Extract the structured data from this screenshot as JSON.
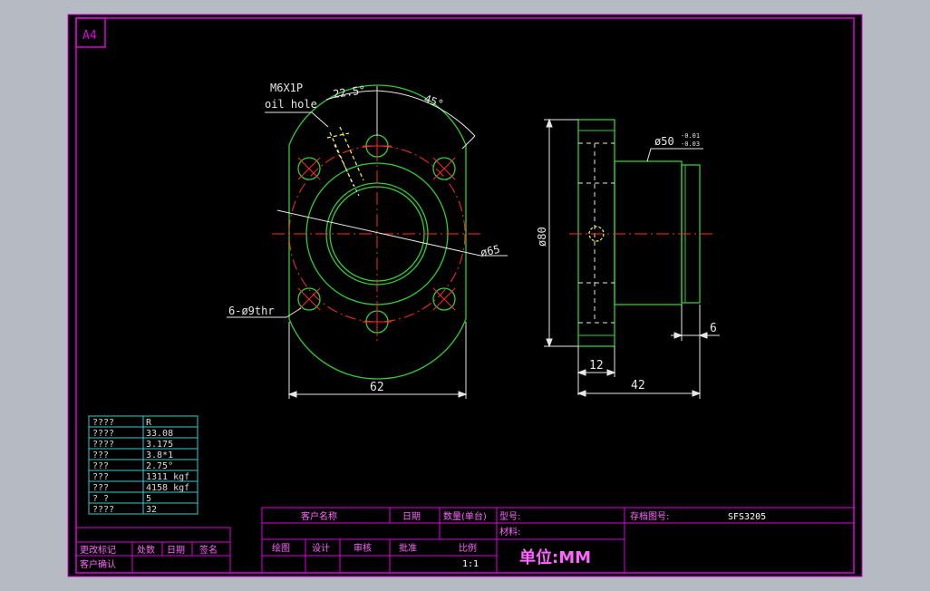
{
  "sheet": {
    "size_label": "A4",
    "colors": {
      "frame": "#e000e0",
      "part": "#33cc33",
      "centerline": "#ff2a2a",
      "dimension": "#e6e6e6",
      "hidden": "#e8e8e8",
      "callout": "#ffff33",
      "table_text": "#dcdcdc",
      "title_text": "#ff66ff",
      "title_value": "#ffffff",
      "background": "#000000",
      "surround": "#b5bac3"
    }
  },
  "annotations": {
    "thread": "M6X1P",
    "oil_hole": "oil hole",
    "angle_small": "22.5°",
    "angle_large": "45°",
    "pcd": "ø65",
    "holes": "6-ø9thr",
    "width": "62",
    "spigot_dia": "ø50",
    "spigot_tol_upper": "-0.01",
    "spigot_tol_lower": "-0.03",
    "flange_dia": "ø80",
    "flange_thickness": "12",
    "overall_length": "42",
    "spigot_length": "6"
  },
  "spec_table": {
    "rows": [
      {
        "label": "????",
        "value": "R"
      },
      {
        "label": "????",
        "value": "33.08"
      },
      {
        "label": "????",
        "value": "3.175"
      },
      {
        "label": "???",
        "value": "3.8*1"
      },
      {
        "label": "???",
        "value": "2.75°"
      },
      {
        "label": "???",
        "value": "1311 kgf"
      },
      {
        "label": "???",
        "value": "4158 kgf"
      },
      {
        "label": "?  ?",
        "value": "5"
      },
      {
        "label": "????",
        "value": "32"
      }
    ]
  },
  "revision_block": {
    "change_mark": "更改标记",
    "location": "处数",
    "date": "日期",
    "signature": "签名",
    "customer_confirm": "客户确认"
  },
  "title_block": {
    "customer_name": "客户名称",
    "date": "日期",
    "quantity": "数量(单台)",
    "model_label": "型号:",
    "drawing_no_label": "存档图号:",
    "drawing_no_value": "SFS3205",
    "material_label": "材料:",
    "drawn": "绘图",
    "design": "设计",
    "check": "审核",
    "approve": "批准",
    "scale_label": "比例",
    "scale_value": "1:1",
    "unit": "单位:MM"
  }
}
